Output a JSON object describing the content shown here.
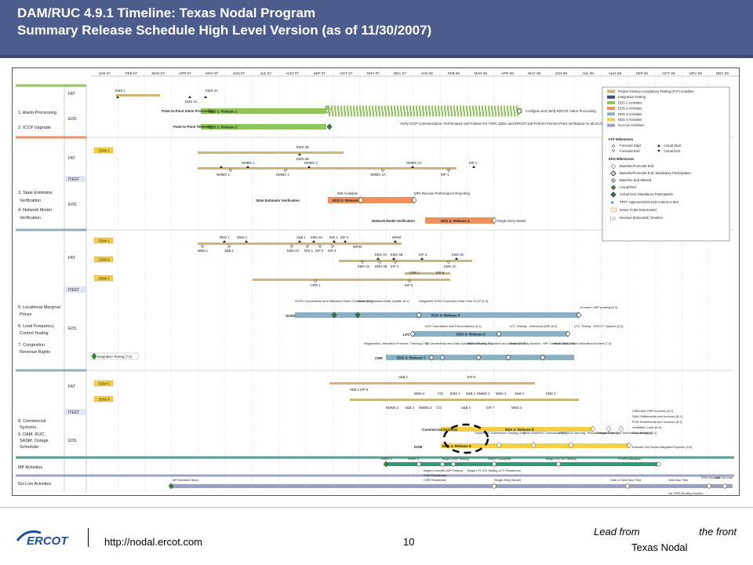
{
  "header": {
    "title_line1": "DAM/RUC 4.9.1 Timeline: Texas Nodal Program",
    "title_line2": "Summary Release Schedule High Level Version (as of 11/30/2007)"
  },
  "timeline": {
    "months": [
      "JAN 07",
      "FEB 07",
      "MAR 07",
      "APR 07",
      "MAY 07",
      "JUN 07",
      "JUL 07",
      "AUG 07",
      "SEP 07",
      "OCT 07",
      "NOV 07",
      "DEC 07",
      "JAN 08",
      "FEB 08",
      "MAR 08",
      "APR 08",
      "MAY 08",
      "JUN 08",
      "JUL 08",
      "AUG 08",
      "SEP 08",
      "OCT 08",
      "NOV 08",
      "DEC 08"
    ],
    "phase_labels": {
      "fat": "FAT",
      "eds": "EDS",
      "itest": "ITEST"
    },
    "sections": {
      "s1": "1. Alarm Processing",
      "s2": "2. ICCP Upgrade",
      "s3a": "3. State Estimator",
      "s3b": "Verification",
      "s4a": "4. Network Model",
      "s4b": "Verification",
      "s5a": "5. Locational Marginal",
      "s5b": "Prices",
      "s6a": "6. Load Frequency",
      "s6b": "Control Testing",
      "s7a": "7. Congestion",
      "s7b": "Revenue Rights",
      "s8a": "8. Commercial",
      "s8b": "Systems",
      "s9a": "9. DAM, RUC,",
      "s9b": "SASM, Outage",
      "s9c": "Scheduler",
      "mp": "MP Activities",
      "golive": "Go-Live Activities"
    },
    "bars": {
      "ems1_release1": "EDS 1: Release 1",
      "ems1_release2": "EDS 1: Release 2",
      "eds2_release3": "EDS 2: Release 3",
      "eds2_release4": "EDS 2: Release 4",
      "eds3_release5": "EDS 3: Release 5",
      "eds3_release6": "EDS 3: Release 6",
      "eds3_release7": "EDS 3: Release 7",
      "eds4_release8": "EDS 4: Release 8",
      "eds4_release9": "EDS 4: Release 9"
    },
    "labels": {
      "p2p_alarm": "Point-to-Point Alarm Processing",
      "p2p_tele": "Point-to-Point Telemetry",
      "configure": "Configure and Verify ERCOT Alarm Processing",
      "iccp_note": "Verify ICCP Communication, Performance and Failover for TSPs, QSEs and ERCOT and Perform Point-to-Point Verification for all SCADA Telemetry",
      "se_verif": "State Estimator Verification",
      "nm_verif": "Network Model Verification",
      "mis_avail": "MIS Available",
      "mpr": "MPs Receive Performance Reporting",
      "single_entry": "Single Entry Model",
      "sced": "SCED",
      "lfc": "LFC",
      "crr": "CRR",
      "integration": "Integration Testing (7.5)",
      "sced_conn": "SCED Connectivity and Validation Rules Checkout (5.1)",
      "nodal_reg": "Nodal Registration Data Update (5.2)",
      "int_sced": "Integrated SCED Execution Real-Time ICCP (5.3)",
      "six_month": "6-month LMP posting (5.4)",
      "ace_calc": "ACE Calculation and Preconditions (6.1)",
      "lfc_ind": "LFC Testing - Individual QSE (6.2)",
      "lfc_ercot": "LFC Testing - ERCOT System (6.3)",
      "crr_reg": "Registration, Allocation Prework, Training (7.6)",
      "crr_ui": "UI Connectivity and Data Upload/Download (7.1)",
      "crr_mock1": "Mock Monthly Allocation and Auction (7.2)",
      "crr_mock2": "Mock Monthly Auction - MP-Created Data (7.3)",
      "crr_mock3": "Mock Multi-Month Allocation Auction (7.4)",
      "commercial": "Commercial Systems",
      "dam": "DAM",
      "dam_ruc": "DAM/RUC Submission Testing (9.1)",
      "initial_dam": "Initial DAM/RUC Execution (9.3)",
      "dam_ruc_adj": "DAM, RUC and Adj. Period Execution (9.4)",
      "outage": "Outage Scheduler Submission Testing (9.2)",
      "exec_full": "Execute Full Nodal Integrated System (9.5)",
      "cmm": "CMM and CRR Invoices (8.1)",
      "dam_settle": "DAM Settlements and Invoices (8.2)",
      "rtm_settle": "RTM Settlements and Invoices (8.3)",
      "verif_costs": "Verifiable Costs (8.4)",
      "disputes": "Disputes (8.5)",
      "rarf2": "RARF 2",
      "rarf3": "RARF 3",
      "crr_testing": "Begin CRR Testing",
      "rarf_complete": "RARF Complete",
      "lfc_e3": "Begin LFC E3 Testing",
      "pcrr": "PCRR Allocation",
      "begin_6mo": "Begin 6-month LMP Posting",
      "begin_lfc2": "Begin LFC E2 Testing",
      "lfc_ready": "LFC Readiness",
      "crr_ready": "CRR Readiness",
      "dam_ready": "DAM Readiness",
      "mp_iface": "MP Interface Spec",
      "single_entry_model": "Single-Entry Model",
      "start_168": "Start of 168-Hour Test",
      "hour168": "168-Hour Test",
      "rtm_golive": "RTM Go-Live",
      "dam_golive": "DAM Go-Live",
      "first_crr": "1st CRR Monthly Auction"
    },
    "legend": {
      "items": [
        {
          "label": "Project Factory Acceptance Testing (FAT) Activities",
          "color": "#d2b37a"
        },
        {
          "label": "Integration Testing",
          "color": "#3e4d7c"
        },
        {
          "label": "EDS 1 Activities",
          "color": "#8fc55a"
        },
        {
          "label": "EDS 2 Activities",
          "color": "#ef8f5b"
        },
        {
          "label": "EDS 3 Activities",
          "color": "#8cafc4"
        },
        {
          "label": "EDS 4 Activities",
          "color": "#f3cf45"
        },
        {
          "label": "Go-Live Activities",
          "color": "#9aa0c7"
        }
      ],
      "fat_heading": "FAT Milestones",
      "forecast_start": "Forecast Start",
      "forecast_end": "Forecast End",
      "actual_start": "Actual Start",
      "actual_end": "Actual End",
      "eds_heading": "EDS Milestones",
      "m1": "Baseline/Forecast End",
      "m2": "Baseline/Forecast End, Mandatory Participation",
      "m3": "Baseline End Missed",
      "m4": "Actual End",
      "m5": "Actual End, Mandatory Participation",
      "m6": "TPTF Approval EDS Exit Criteria Is Met",
      "m7": "Dates To Be Determined",
      "m8": "Revised (Extended) Timeline"
    }
  },
  "footer": {
    "logo_text": "ERCOT",
    "url": "http://nodal.ercot.com",
    "page_number": "10",
    "lead_left": "Lead from",
    "lead_right": "the front",
    "org": "Texas Nodal"
  }
}
